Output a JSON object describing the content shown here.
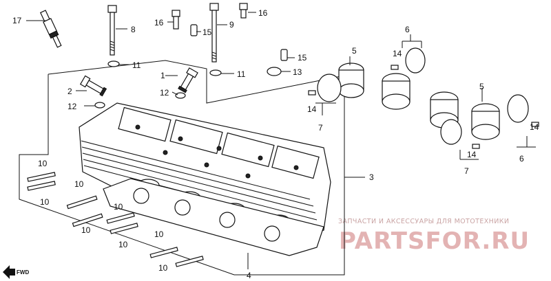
{
  "callouts": [
    {
      "id": "c17",
      "text": "17"
    },
    {
      "id": "c8",
      "text": "8"
    },
    {
      "id": "c16a",
      "text": "16"
    },
    {
      "id": "c15a",
      "text": "15"
    },
    {
      "id": "c9",
      "text": "9"
    },
    {
      "id": "c16b",
      "text": "16"
    },
    {
      "id": "c6a",
      "text": "6"
    },
    {
      "id": "c14a",
      "text": "14"
    },
    {
      "id": "c5a",
      "text": "5"
    },
    {
      "id": "c15b",
      "text": "15"
    },
    {
      "id": "c13",
      "text": "13"
    },
    {
      "id": "c11a",
      "text": "11"
    },
    {
      "id": "c11b",
      "text": "11"
    },
    {
      "id": "c1",
      "text": "1"
    },
    {
      "id": "c12a",
      "text": "12"
    },
    {
      "id": "c2",
      "text": "2"
    },
    {
      "id": "c12b",
      "text": "12"
    },
    {
      "id": "c14b",
      "text": "14"
    },
    {
      "id": "c7a",
      "text": "7"
    },
    {
      "id": "c5b",
      "text": "5"
    },
    {
      "id": "c14c",
      "text": "14"
    },
    {
      "id": "c14d",
      "text": "14"
    },
    {
      "id": "c6b",
      "text": "6"
    },
    {
      "id": "c7b",
      "text": "7"
    },
    {
      "id": "c3",
      "text": "3"
    },
    {
      "id": "c10a",
      "text": "10"
    },
    {
      "id": "c10b",
      "text": "10"
    },
    {
      "id": "c10c",
      "text": "10"
    },
    {
      "id": "c10d",
      "text": "10"
    },
    {
      "id": "c10e",
      "text": "10"
    },
    {
      "id": "c10f",
      "text": "10"
    },
    {
      "id": "c10g",
      "text": "10"
    },
    {
      "id": "c10h",
      "text": "10"
    },
    {
      "id": "c4",
      "text": "4"
    }
  ],
  "fwd_label": "FWD",
  "watermark": {
    "tagline": "ЗАПЧАСТИ И АКСЕССУАРЫ ДЛЯ МОТОТЕХНИКИ",
    "brand": "PARTSFOR.RU"
  },
  "colors": {
    "ink": "#111111",
    "watermark_tagline": "#c9a3a3",
    "watermark_brand": "#e3b3b3"
  }
}
